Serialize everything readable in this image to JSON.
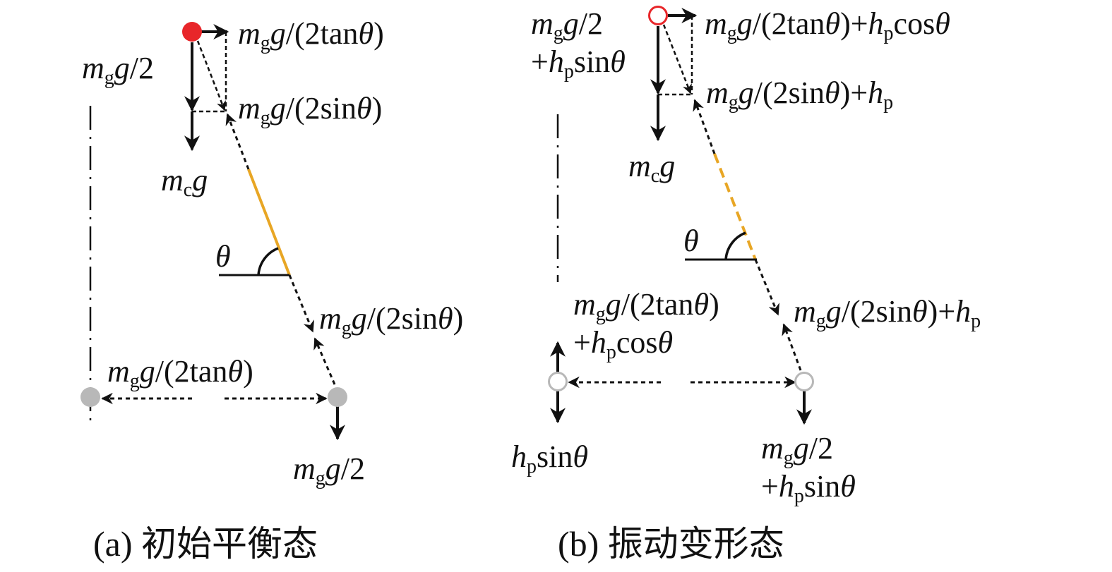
{
  "colors": {
    "ink": "#111111",
    "red": "#e8262a",
    "gray": "#b8b8b8",
    "orange": "#e8a624"
  },
  "panel_a": {
    "caption": "(a) 初始平衡态",
    "top_h_force": "mgg/(2tanθ)",
    "top_half_weight": "mgg/2",
    "top_diag_force": "mgg/(2sinθ)",
    "cable_weight": "mcg",
    "angle": "θ",
    "bottom_diag_force": "mgg/(2sinθ)",
    "bottom_h_force": "mgg/(2tanθ)",
    "bottom_half_weight": "mgg/2"
  },
  "panel_b": {
    "caption": "(b) 振动变形态",
    "top_half_weight": "mgg/2 +hpsinθ",
    "top_h_force": "mgg/(2tanθ)+hpcosθ",
    "top_diag_force": "mgg/(2sinθ)+hp",
    "cable_weight": "mcg",
    "angle": "θ",
    "bottom_h_force": "mgg/(2tanθ) +hpcosθ",
    "bottom_diag_force": "mgg/(2sinθ)+hp",
    "left_vertical_force": "hpsinθ",
    "bottom_half_weight": "mgg/2 +hpsinθ"
  }
}
